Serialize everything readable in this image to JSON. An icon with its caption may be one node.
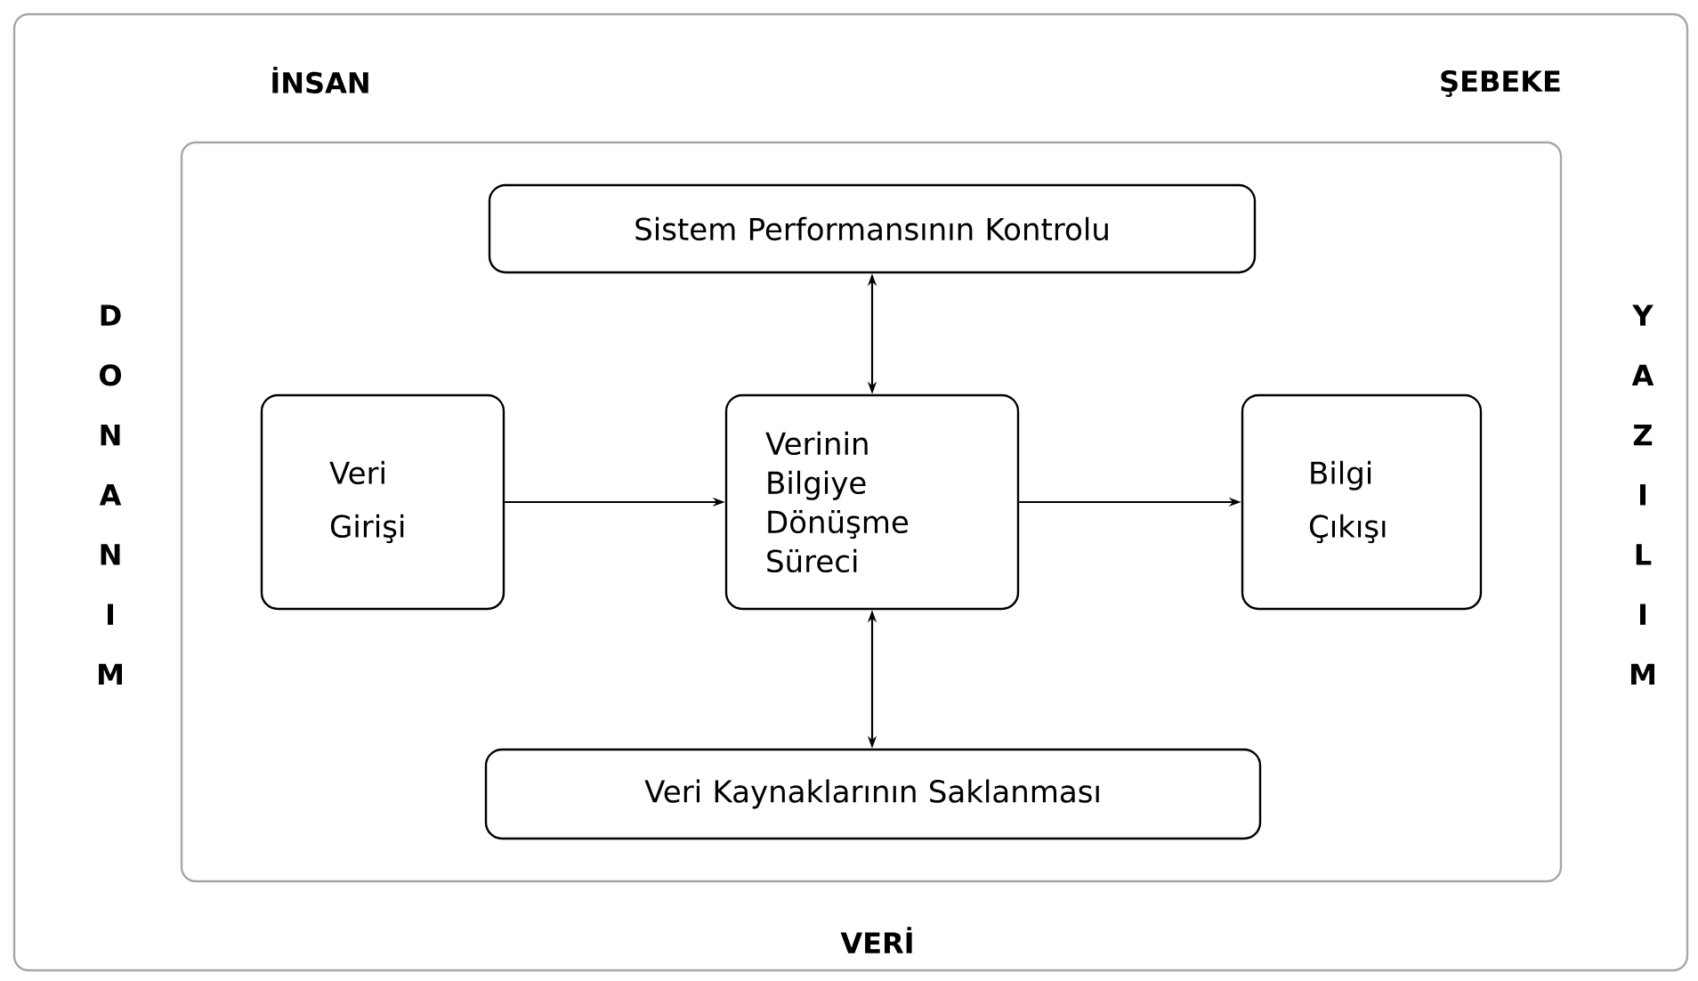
{
  "diagram": {
    "nodes": [
      {
        "text": [
          "İNSAN",
          "ŞEBEKE",
          "DONANIM",
          "YAZILIM",
          "VERİ"
        ]
      },
      {
        "text": [],
        "shape": "box",
        "in": 0
      },
      {
        "text": [
          "Sistem Performansının Kontrolu"
        ],
        "in": 1
      },
      {
        "text": [
          "Veri Girişi"
        ],
        "in": 1
      },
      {
        "text": [
          "Verinin Bilgiye Dönüşme Süreci"
        ],
        "in": 1
      },
      {
        "text": [
          "Bilgi Çıkışı"
        ],
        "in": 1
      },
      {
        "text": [
          "Veri Kaynaklarının Saklanması"
        ],
        "in": 1
      }
    ],
    "edges": [
      {
        "from": 2,
        "to": 4,
        "arrow": "both"
      },
      {
        "from": 3,
        "to": 4,
        "arrow": "to"
      },
      {
        "from": 4,
        "to": 5,
        "arrow": "to"
      },
      {
        "from": 4,
        "to": 6,
        "arrow": "both"
      }
    ]
  }
}
